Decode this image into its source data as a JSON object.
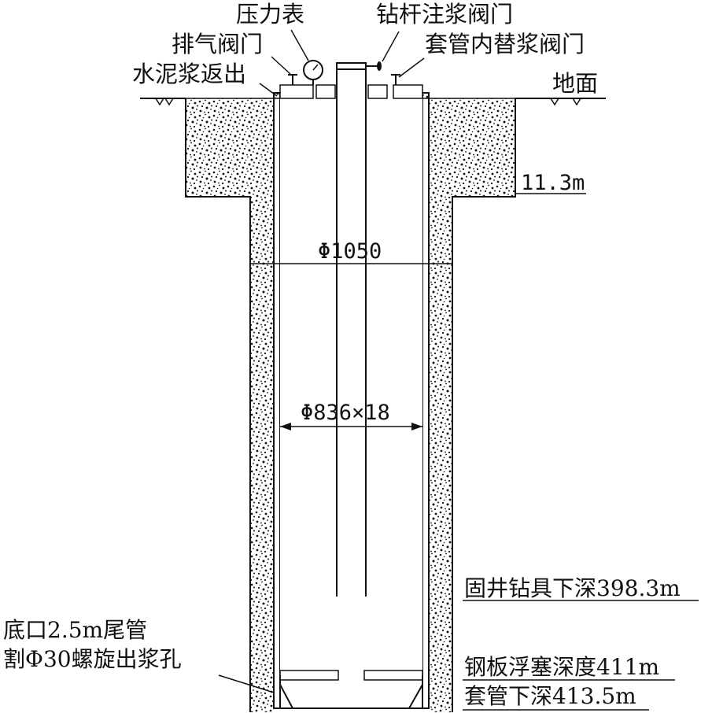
{
  "labels": {
    "pressure_gauge": "压力表",
    "drill_pipe_valve": "钻杆注浆阀门",
    "vent_valve": "排气阀门",
    "casing_valve": "套管内替浆阀门",
    "cement_return": "水泥浆返出",
    "ground": "地面",
    "depth_upper": "11.3m",
    "dia_outer": "Φ1050",
    "dia_casing": "Φ836×18",
    "tool_depth": "固井钻具下深398.3m",
    "tail_line1": "底口2.5m尾管",
    "tail_line2": "割Φ30螺旋出浆孔",
    "plug_depth": "钢板浮塞深度411m",
    "casing_depth": "套管下深413.5m"
  }
}
